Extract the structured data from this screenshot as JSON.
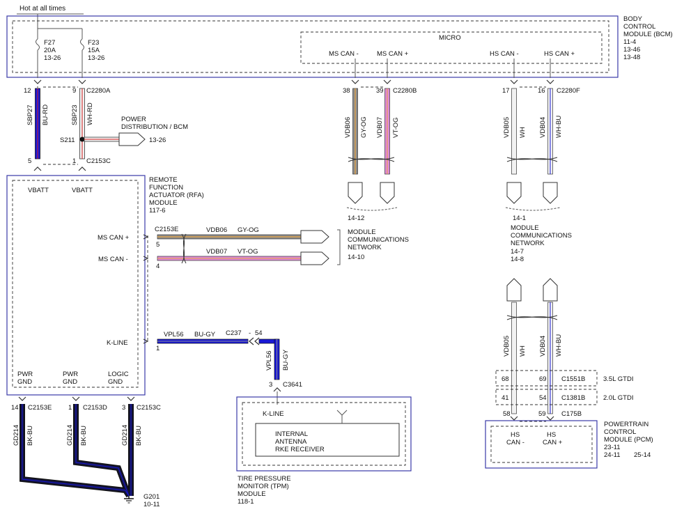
{
  "header": {
    "hot_label": "Hot at all times"
  },
  "bcm": {
    "name_lines": [
      "BODY",
      "CONTROL",
      "MODULE (BCM)"
    ],
    "refs": [
      "11-4",
      "13-46",
      "13-48"
    ],
    "micro": "MICRO",
    "pins": [
      "MS CAN -",
      "MS CAN +",
      "HS CAN -",
      "HS CAN +"
    ]
  },
  "fuses": [
    {
      "name": "F27",
      "rating": "20A",
      "ref": "13-26"
    },
    {
      "name": "F23",
      "rating": "15A",
      "ref": "13-26"
    }
  ],
  "connectors": {
    "c2280a": {
      "name": "C2280A",
      "pins": [
        "12",
        "9"
      ]
    },
    "c2280b": {
      "name": "C2280B",
      "pins": [
        "38",
        "39"
      ]
    },
    "c2280f": {
      "name": "C2280F",
      "pins": [
        "17",
        "16"
      ]
    },
    "c2153c_top": {
      "name": "C2153C",
      "pins": [
        "5",
        "1"
      ]
    },
    "c2153e": {
      "name": "C2153E",
      "pins": [
        "5",
        "4"
      ]
    },
    "c237": {
      "name": "C237",
      "sep": "-",
      "pin": "54",
      "pin2": "1"
    },
    "c3641": {
      "name": "C3641",
      "pin": "3"
    },
    "c175b": {
      "name": "C175B",
      "pins": [
        "58",
        "59"
      ]
    },
    "c1551b": {
      "name": "C1551B",
      "pins": [
        "68",
        "69"
      ],
      "engine": "3.5L GTDI"
    },
    "c1381b": {
      "name": "C1381B",
      "pins": [
        "41",
        "54"
      ],
      "engine": "2.0L GTDI"
    },
    "bottom": [
      {
        "pin": "14",
        "name": "C2153E"
      },
      {
        "pin": "1",
        "name": "C2153D"
      },
      {
        "pin": "3",
        "name": "C2153C"
      }
    ]
  },
  "circuits": {
    "sbp27": {
      "id": "SBP27",
      "color": "BU-RD"
    },
    "sbp23": {
      "id": "SBP23",
      "color": "WH-RD"
    },
    "vdb06": {
      "id": "VDB06",
      "color": "GY-OG"
    },
    "vdb07": {
      "id": "VDB07",
      "color": "VT-OG"
    },
    "vdb05": {
      "id": "VDB05",
      "color": "WH"
    },
    "vdb04": {
      "id": "VDB04",
      "color": "WH-BU"
    },
    "vpl56": {
      "id": "VPL56",
      "color": "BU-GY"
    },
    "gd214": {
      "id": "GD214",
      "color": "BK-BU"
    }
  },
  "splice": {
    "name": "S211",
    "dest_lines": [
      "POWER",
      "DISTRIBUTION / BCM"
    ],
    "ref": "13-26"
  },
  "rfa": {
    "name_lines": [
      "REMOTE",
      "FUNCTION",
      "ACTUATOR (RFA)",
      "MODULE",
      "117-6"
    ],
    "pins": {
      "vbatt": "VBATT",
      "ms_can_plus": "MS CAN +",
      "ms_can_minus": "MS CAN -",
      "kline": "K-LINE",
      "pwr_gnd_line1": "PWR",
      "pwr_gnd_line2": "GND",
      "logic_gnd_line1": "LOGIC",
      "logic_gnd_line2": "GND"
    }
  },
  "network_refs": {
    "ref_1412": "14-12",
    "ref_141": "14-1",
    "mcn_lines": [
      "MODULE",
      "COMMUNICATIONS",
      "NETWORK"
    ],
    "mcn_mid_ref": "14-10",
    "mcn_right_refs": [
      "14-7",
      "14-8"
    ]
  },
  "ground": {
    "name": "G201",
    "ref": "10-11"
  },
  "tpm": {
    "pin": "K-LINE",
    "internal_lines": [
      "INTERNAL",
      "ANTENNA",
      "RKE RECEIVER"
    ],
    "name_lines": [
      "TIRE PRESSURE",
      "MONITOR (TPM)",
      "MODULE",
      "118-1"
    ]
  },
  "pcm": {
    "pin_lines_1": [
      "HS",
      "CAN -"
    ],
    "pin_lines_2": [
      "HS",
      "CAN +"
    ],
    "name_lines": [
      "POWERTRAIN",
      "CONTROL",
      "MODULE (PCM)"
    ],
    "refs": [
      "23-11",
      "24-11",
      "25-14"
    ]
  },
  "colors": {
    "blue": "#1a1ad6",
    "navy": "#14143c",
    "gray": "#8c8c8c",
    "orange": "#e8a23c",
    "violet": "#de8ad8",
    "white_wire": "#dcdcdc",
    "box": "#3a3aa8"
  }
}
